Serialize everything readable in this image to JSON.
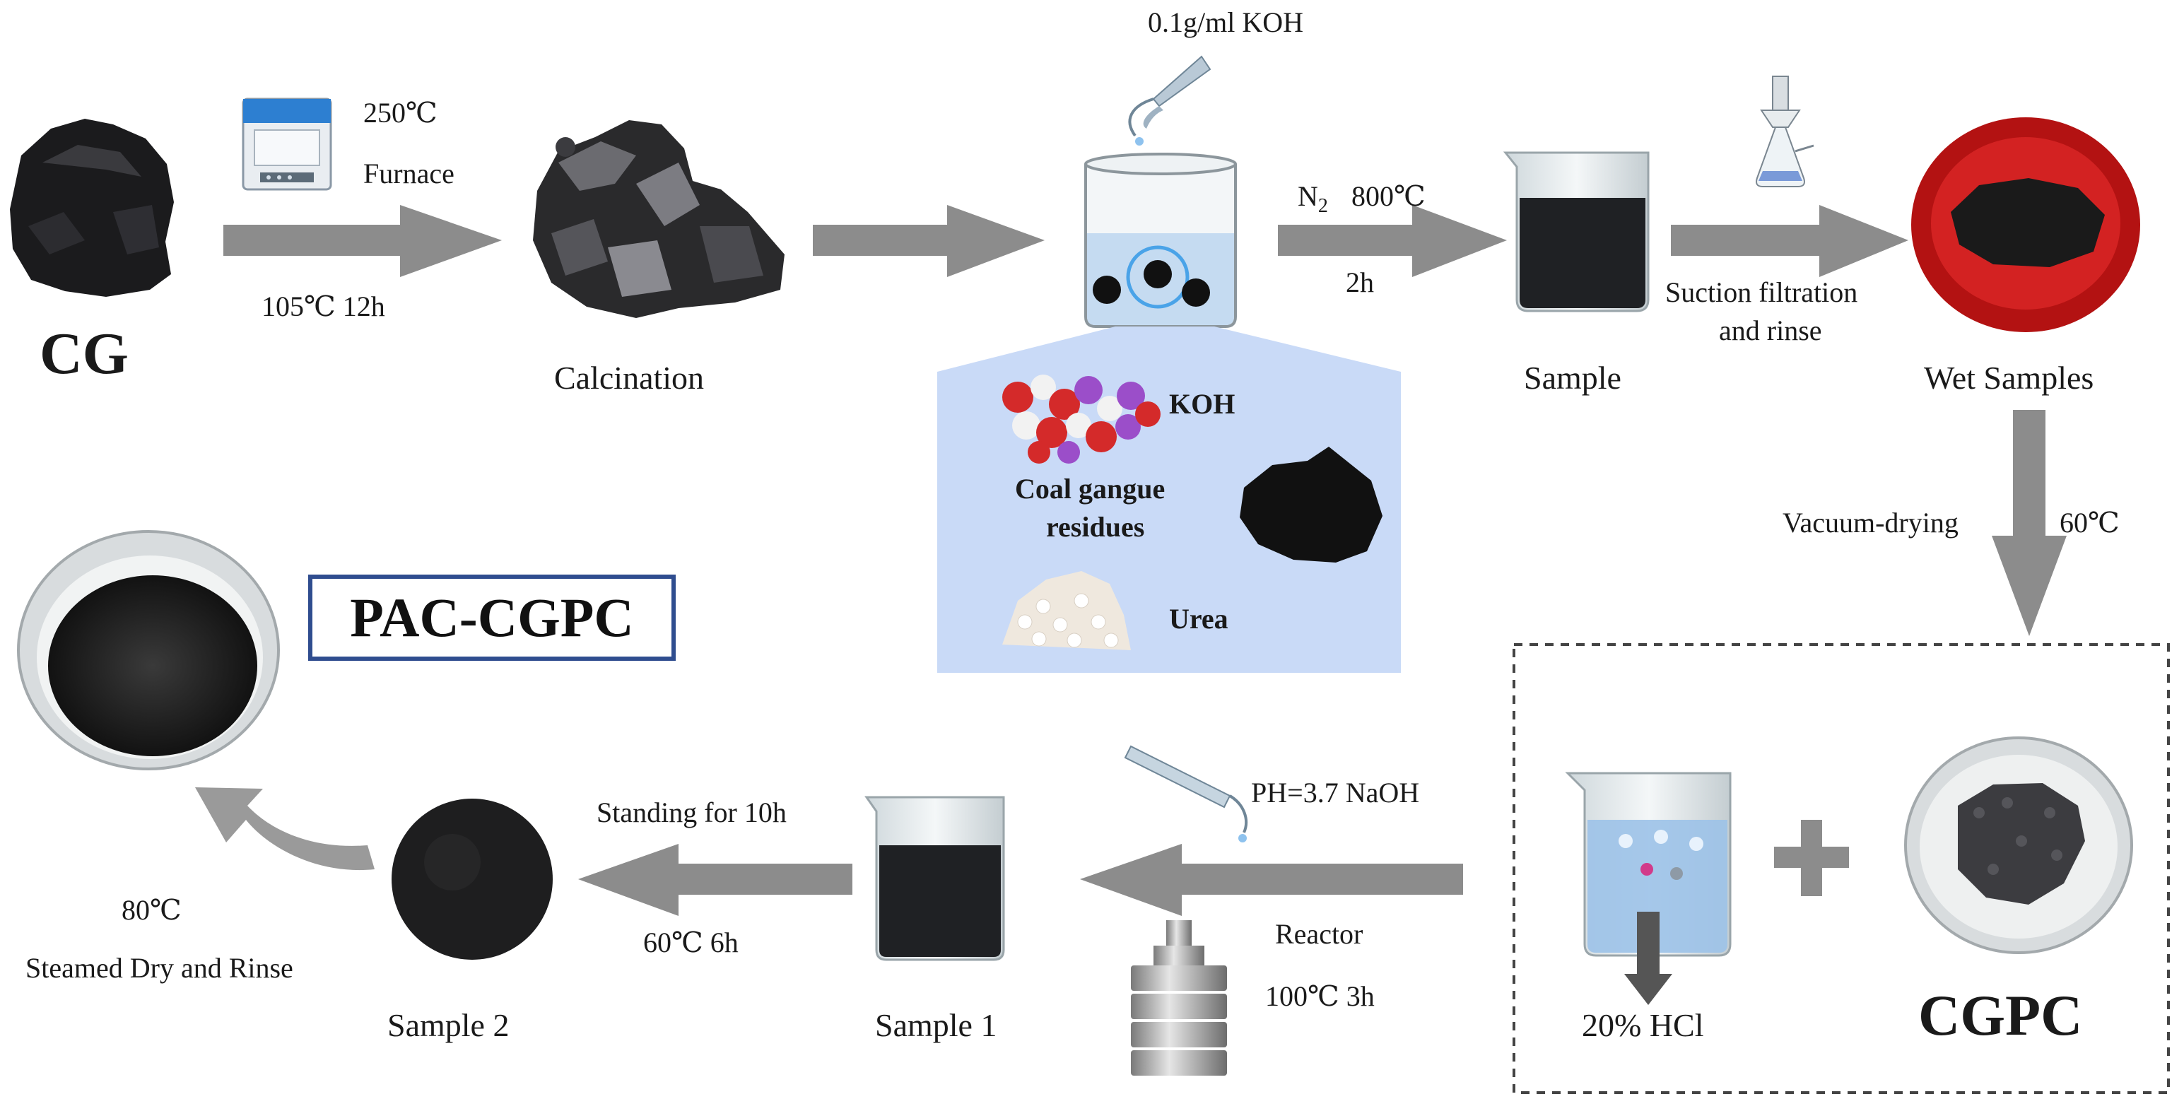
{
  "diagram": {
    "materials": {
      "cg": "CG",
      "calcination": "Calcination",
      "sample": "Sample",
      "wet_samples": "Wet Samples",
      "cgpc": "CGPC",
      "sample1": "Sample 1",
      "sample2": "Sample 2",
      "product": "PAC-CGPC"
    },
    "conditions": {
      "furnace_temp": "250℃",
      "furnace": "Furnace",
      "drying": "105℃ 12h",
      "koh_conc": "0.1g/ml KOH",
      "n2": "N",
      "n2_sub": "2",
      "activation_temp": "800℃",
      "activation_time": "2h",
      "filtration_line1": "Suction filtration",
      "filtration_line2": "and rinse",
      "vacuum_drying": "Vacuum-drying",
      "vacuum_temp": "60℃",
      "hcl": "20% HCl",
      "ph_naoh": "PH=3.7  NaOH",
      "reactor": "Reactor",
      "reactor_cond": "100℃ 3h",
      "standing": "Standing for 10h",
      "aging": "60℃  6h",
      "steam_temp": "80℃",
      "steam_step": "Steamed Dry and Rinse"
    },
    "inset": {
      "koh": "KOH",
      "coal_line1": "Coal gangue",
      "coal_line2": "residues",
      "urea": "Urea"
    }
  },
  "colors": {
    "arrow": "#8c8c8c",
    "inset_bg": "#c9daf7",
    "dish_red": "#c21a1a",
    "box_border": "#2f4d8f",
    "liquid": "#9cc2e8"
  }
}
